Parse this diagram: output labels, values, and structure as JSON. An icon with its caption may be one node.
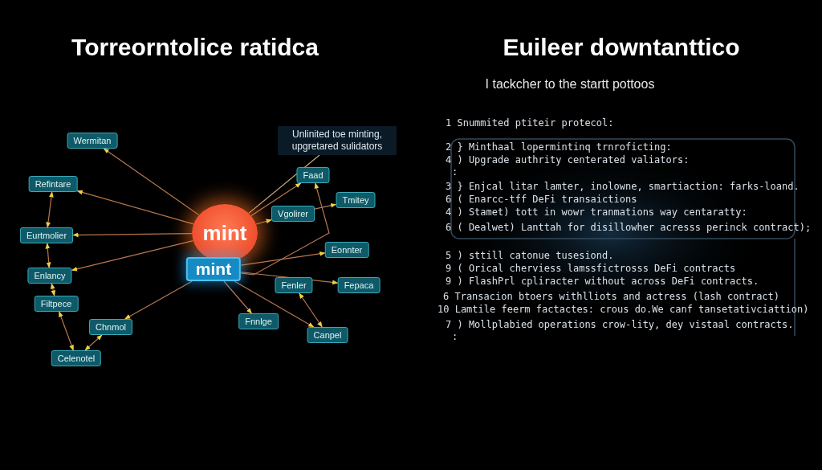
{
  "diagram": {
    "nodes": [
      {
        "text": [
          "Wermitan"
        ]
      },
      {
        "text": [
          "Refintare"
        ]
      },
      {
        "text": [
          "Eurtmolier"
        ]
      },
      {
        "text": [
          "Enlancy"
        ]
      },
      {
        "text": [
          "Filtpece"
        ]
      },
      {
        "text": [
          "Chnmol"
        ]
      },
      {
        "text": [
          "Celenotel"
        ]
      },
      {
        "text": [
          "mint"
        ]
      },
      {
        "text": [
          "mint"
        ]
      },
      {
        "text": [
          "Unlinited toe minting, upgretared sulidators"
        ]
      },
      {
        "text": [
          "Faad"
        ]
      },
      {
        "text": [
          "Vgolirer"
        ]
      },
      {
        "text": [
          "Tmitey"
        ]
      },
      {
        "text": [
          "Eonnter"
        ]
      },
      {
        "text": [
          "Fenler"
        ]
      },
      {
        "text": [
          "Fepaca"
        ]
      },
      {
        "text": [
          "Fnnlge"
        ]
      },
      {
        "text": [
          "Canpel"
        ]
      }
    ],
    "edges": [
      {
        "from": 7,
        "to": 0,
        "arrow": "to"
      },
      {
        "from": 7,
        "to": 1,
        "arrow": "to"
      },
      {
        "from": 7,
        "to": 2,
        "arrow": "to"
      },
      {
        "from": 7,
        "to": 3,
        "arrow": "to"
      },
      {
        "from": 1,
        "to": 2,
        "arrow": "both"
      },
      {
        "from": 2,
        "to": 3,
        "arrow": "both"
      },
      {
        "from": 3,
        "to": 4,
        "arrow": "both"
      },
      {
        "from": 4,
        "to": 6,
        "arrow": "both"
      },
      {
        "from": 6,
        "to": 5,
        "arrow": "both"
      },
      {
        "from": 8,
        "to": 5,
        "arrow": "to"
      },
      {
        "from": 9,
        "to": 7,
        "arrow": "none"
      },
      {
        "from": 7,
        "to": 10,
        "arrow": "to"
      },
      {
        "from": 8,
        "to": 10,
        "arrow": "to"
      },
      {
        "from": 7,
        "to": 11,
        "arrow": "to"
      },
      {
        "from": 11,
        "to": 12,
        "arrow": "to"
      },
      {
        "from": 8,
        "to": 13,
        "arrow": "to"
      },
      {
        "from": 8,
        "to": 15,
        "arrow": "to"
      },
      {
        "from": 8,
        "to": 16,
        "arrow": "to"
      },
      {
        "from": 8,
        "to": 17,
        "arrow": "to"
      },
      {
        "from": 14,
        "to": 17,
        "arrow": "both"
      }
    ],
    "labels": [
      "Torreorntolice ratidca",
      "Euileer downtanttico",
      "I tackcher to the startt pottoos",
      "1 Snummited ptiteir protecol:",
      "2 } Minthaal lopermintinq trnroficting:",
      "4 ) Upgrade authrity centerated valiators:",
      ":",
      "3 } Enjcal litar lamter, inolowne, smartiaction: farks-loand.",
      "6 ( Enarcc-tff DeFi transaictions",
      "4 ) Stamet) tott in wowr tranmations way centaratty:",
      "6 ( Dealwet) Lanttah for disillowher acresss perinck contract);",
      "5 ) sttill catonue tusesiond.",
      "9 ( Orical cherviess lamssfictrosss DeFi contracts",
      "9 ) FlashPrl cpliracter without across DeFi contracts.",
      "6 Transacion btoers withlliots and actress (lash contract)",
      "10 Lamtile feerm factactes: crous do.We canf tansetativciattion)",
      "7 ) Mollplabied operations crow-lity, dey vistaal contracts.",
      ":"
    ]
  }
}
